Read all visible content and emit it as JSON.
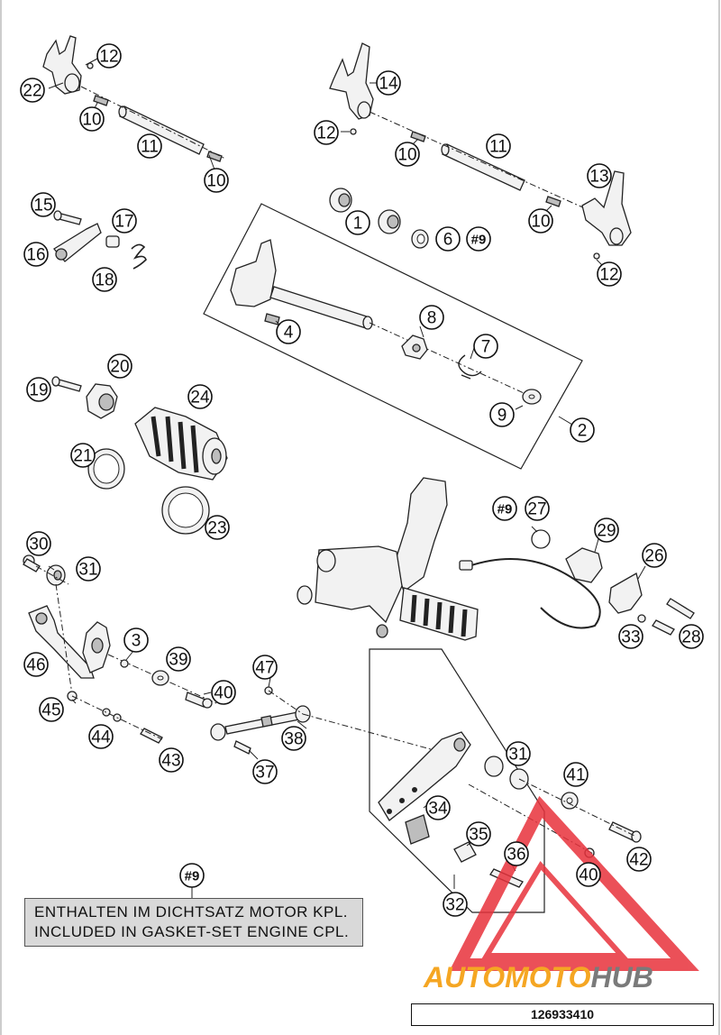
{
  "note": {
    "line_de": "ENTHALTEN IM DICHTSATZ MOTOR KPL.",
    "line_en": "INCLUDED IN GASKET-SET ENGINE CPL."
  },
  "brand": {
    "part1": "AUTOMOTO",
    "part2": "HUB",
    "logo_color": "#e8323c",
    "text_color_1": "#f5a623",
    "text_color_2": "#7a7a7a"
  },
  "reference_number": "126933410",
  "callouts": [
    {
      "id": "c-12a",
      "label": "12"
    },
    {
      "id": "c-22",
      "label": "22"
    },
    {
      "id": "c-10a",
      "label": "10"
    },
    {
      "id": "c-11a",
      "label": "11"
    },
    {
      "id": "c-10b",
      "label": "10"
    },
    {
      "id": "c-14",
      "label": "14"
    },
    {
      "id": "c-12b",
      "label": "12"
    },
    {
      "id": "c-10c",
      "label": "10"
    },
    {
      "id": "c-11b",
      "label": "11"
    },
    {
      "id": "c-13",
      "label": "13"
    },
    {
      "id": "c-10d",
      "label": "10"
    },
    {
      "id": "c-12c",
      "label": "12"
    },
    {
      "id": "c-15",
      "label": "15"
    },
    {
      "id": "c-17",
      "label": "17"
    },
    {
      "id": "c-16",
      "label": "16"
    },
    {
      "id": "c-18",
      "label": "18"
    },
    {
      "id": "c-1",
      "label": "1"
    },
    {
      "id": "c-6",
      "label": "6"
    },
    {
      "id": "c-9a",
      "label": "#9"
    },
    {
      "id": "c-4",
      "label": "4"
    },
    {
      "id": "c-8",
      "label": "8"
    },
    {
      "id": "c-7",
      "label": "7"
    },
    {
      "id": "c-9",
      "label": "9"
    },
    {
      "id": "c-2",
      "label": "2"
    },
    {
      "id": "c-20",
      "label": "20"
    },
    {
      "id": "c-19",
      "label": "19"
    },
    {
      "id": "c-24",
      "label": "24"
    },
    {
      "id": "c-21",
      "label": "21"
    },
    {
      "id": "c-23",
      "label": "23"
    },
    {
      "id": "c-9b",
      "label": "#9"
    },
    {
      "id": "c-27",
      "label": "27"
    },
    {
      "id": "c-29",
      "label": "29"
    },
    {
      "id": "c-26",
      "label": "26"
    },
    {
      "id": "c-33",
      "label": "33"
    },
    {
      "id": "c-28",
      "label": "28"
    },
    {
      "id": "c-30",
      "label": "30"
    },
    {
      "id": "c-31a",
      "label": "31"
    },
    {
      "id": "c-46",
      "label": "46"
    },
    {
      "id": "c-3",
      "label": "3"
    },
    {
      "id": "c-39",
      "label": "39"
    },
    {
      "id": "c-40a",
      "label": "40"
    },
    {
      "id": "c-47",
      "label": "47"
    },
    {
      "id": "c-45",
      "label": "45"
    },
    {
      "id": "c-44",
      "label": "44"
    },
    {
      "id": "c-43",
      "label": "43"
    },
    {
      "id": "c-38",
      "label": "38"
    },
    {
      "id": "c-37",
      "label": "37"
    },
    {
      "id": "c-31b",
      "label": "31"
    },
    {
      "id": "c-41",
      "label": "41"
    },
    {
      "id": "c-34",
      "label": "34"
    },
    {
      "id": "c-35",
      "label": "35"
    },
    {
      "id": "c-36",
      "label": "36"
    },
    {
      "id": "c-42",
      "label": "42"
    },
    {
      "id": "c-40b",
      "label": "40"
    },
    {
      "id": "c-32",
      "label": "32"
    },
    {
      "id": "c-9c",
      "label": "#9"
    }
  ]
}
